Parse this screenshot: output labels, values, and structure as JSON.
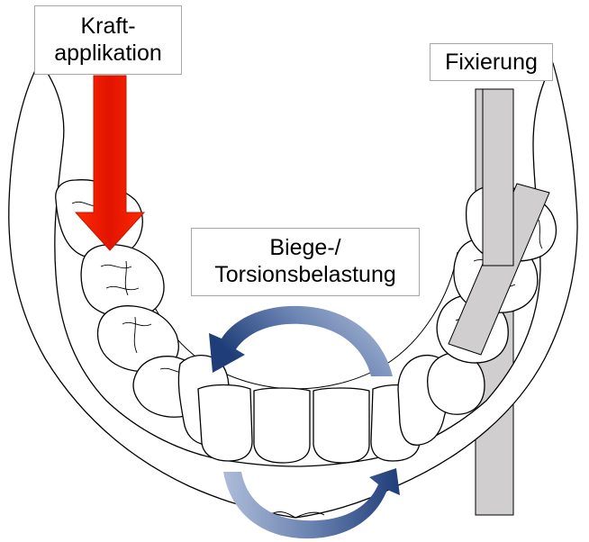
{
  "labels": {
    "force": [
      "Kraft-",
      "applikation"
    ],
    "fixation": "Fixierung",
    "load": [
      "Biege-/",
      "Torsionsbelastung"
    ]
  },
  "colors": {
    "force_arrow": "#ff2000",
    "force_arrow_dark": "#c01800",
    "rotation_arrow_dark": "#1f3d78",
    "rotation_arrow_light": "#aab8d4",
    "fixation_bar": "#d0cece",
    "line": "#000000",
    "label_border": "#a6a6a6"
  },
  "icons": {
    "force": "down-arrow-icon",
    "rotation": "circular-arrow-icon"
  }
}
